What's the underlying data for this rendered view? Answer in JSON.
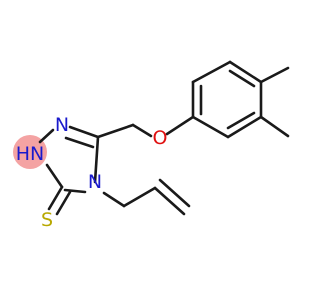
{
  "molecule": {
    "atoms": {
      "n_upper": {
        "label": "N",
        "color": "#1a1acc"
      },
      "nh": {
        "label": "HN",
        "color": "#1a1acc",
        "highlight": "#f4a3a3"
      },
      "n_ring": {
        "label": "N",
        "color": "#1a1acc"
      },
      "o_ether": {
        "label": "O",
        "color": "#e01010"
      },
      "s_thione": {
        "label": "S",
        "color": "#b8a800"
      }
    }
  }
}
